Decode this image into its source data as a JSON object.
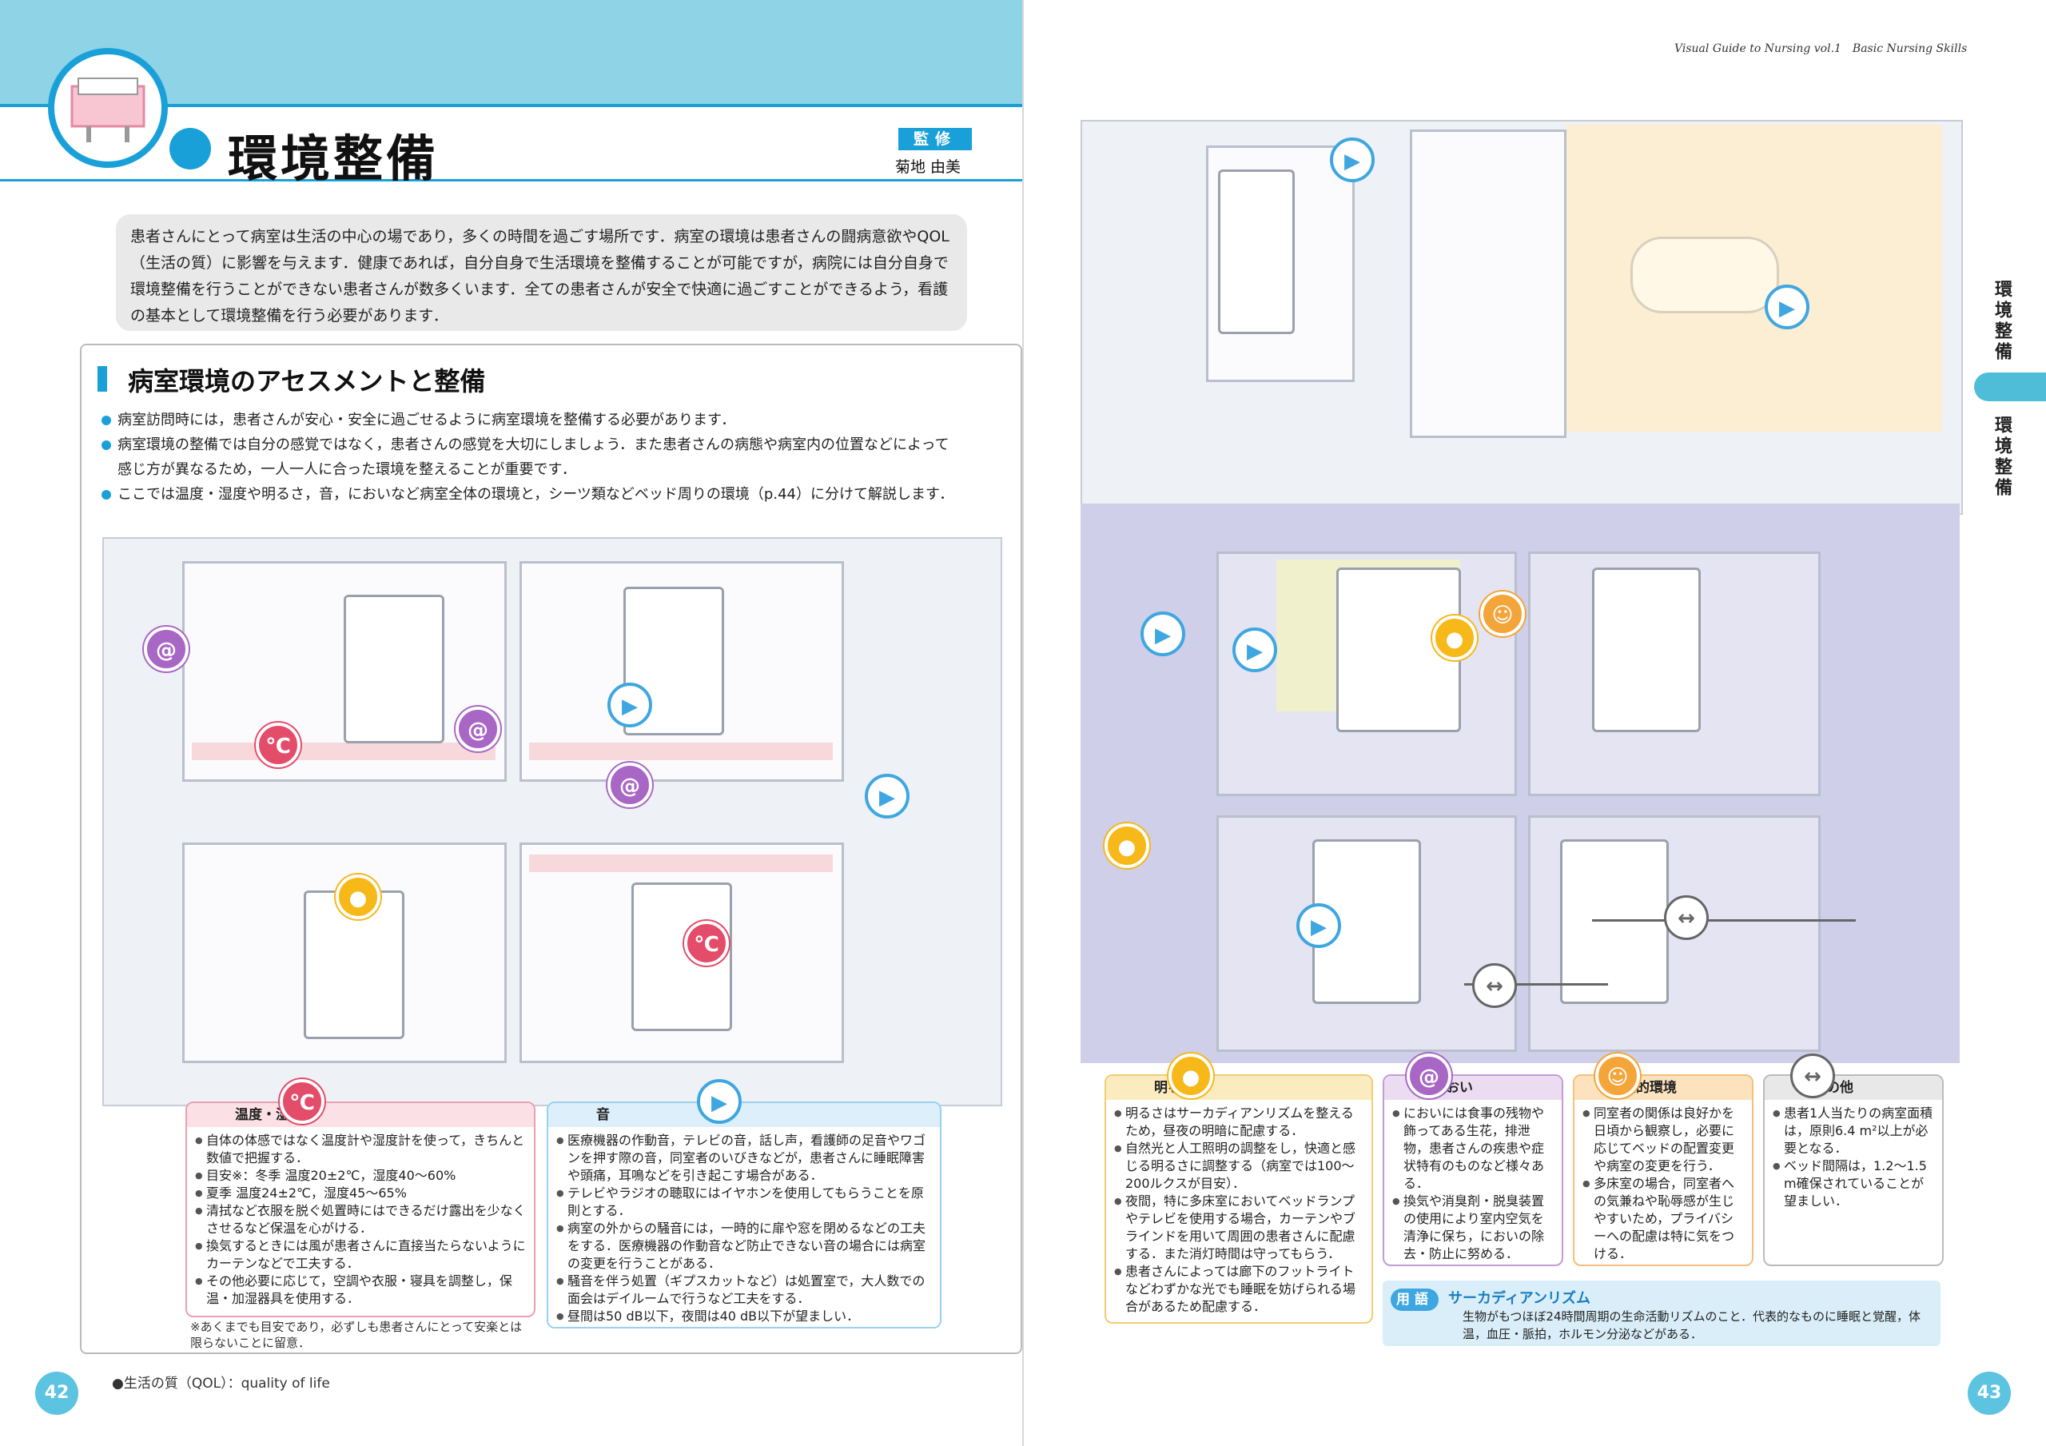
{
  "header": {
    "title": "環境整備",
    "supervisor_badge": "監修",
    "supervisor_name": "菊地 由美",
    "running_title": "Visual Guide to Nursing vol.1　Basic Nursing Skills"
  },
  "intro": {
    "text": "患者さんにとって病室は生活の中心の場であり，多くの時間を過ごす場所です．病室の環境は患者さんの闘病意欲やQOL（生活の質）に影響を与えます．健康であれば，自分自身で生活環境を整備することが可能ですが，病院には自分自身で環境整備を行うことができない患者さんが数多くいます．全ての患者さんが安全で快適に過ごすことができるよう，看護の基本として環境整備を行う必要があります．"
  },
  "section": {
    "title": "病室環境のアセスメントと整備",
    "bullets": [
      "病室訪問時には，患者さんが安心・安全に過ごせるように病室環境を整備する必要があります．",
      "病室環境の整備では自分の感覚ではなく，患者さんの感覚を大切にしましょう．また患者さんの病態や病室内の位置などによって感じ方が異なるため，一人一人に合った環境を整えることが重要です．",
      "ここでは温度・湿度や明るさ，音，においなど病室全体の環境と，シーツ類などベッド周りの環境（p.44）に分けて解説します．"
    ]
  },
  "boxes": {
    "temp": {
      "title": "温度・湿度",
      "items": [
        "自体の体感ではなく温度計や湿度計を使って，きちんと数値で把握する．",
        "目安※：冬季 温度20±2℃，湿度40〜60%",
        "夏季 温度24±2℃，湿度45〜65%",
        "清拭など衣服を脱ぐ処置時にはできるだけ露出を少なくさせるなど保温を心がける．",
        "換気するときには風が患者さんに直接当たらないようにカーテンなどで工夫する．",
        "その他必要に応じて，空調や衣服・寝具を調整し，保温・加湿器具を使用する．"
      ],
      "note": "※あくまでも目安であり，必ずしも患者さんにとって安楽とは限らないことに留意．"
    },
    "sound": {
      "title": "音",
      "items": [
        "医療機器の作動音，テレビの音，話し声，看護師の足音やワゴンを押す際の音，同室者のいびきなどが，患者さんに睡眠障害や頭痛，耳鳴などを引き起こす場合がある．",
        "テレビやラジオの聴取にはイヤホンを使用してもらうことを原則とする．",
        "病室の外からの騒音には，一時的に扉や窓を閉めるなどの工夫をする．医療機器の作動音など防止できない音の場合には病室の変更を行うことがある．",
        "騒音を伴う処置（ギプスカットなど）は処置室で，大人数での面会はデイルームで行うなど工夫をする．",
        "昼間は50 dB以下，夜間は40 dB以下が望ましい．"
      ]
    },
    "light": {
      "title": "明るさ",
      "items": [
        "明るさはサーカディアンリズムを整えるため，昼夜の明暗に配慮する．",
        "自然光と人工照明の調整をし，快適と感じる明るさに調整する（病室では100〜200ルクスが目安）．",
        "夜間，特に多床室においてベッドランプやテレビを使用する場合，カーテンやブラインドを用いて周囲の患者さんに配慮する．また消灯時間は守ってもらう．",
        "患者さんによっては廊下のフットライトなどわずかな光でも睡眠を妨げられる場合があるため配慮する．"
      ]
    },
    "odor": {
      "title": "におい",
      "items": [
        "においには食事の残物や飾ってある生花，排泄物，患者さんの疾患や症状特有のものなど様々ある．",
        "換気や消臭剤・脱臭装置の使用により室内空気を清浄に保ち，においの除去・防止に努める．"
      ]
    },
    "human": {
      "title": "人的環境",
      "items": [
        "同室者の関係は良好かを日頃から観察し，必要に応じてベッドの配置変更や病室の変更を行う．",
        "多床室の場合，同室者への気兼ねや恥辱感が生じやすいため，プライバシーへの配慮は特に気をつける．"
      ]
    },
    "other": {
      "title": "その他",
      "items": [
        "患者1人当たりの病室面積は，原則6.4 m²以上が必要となる．",
        "ベッド間隔は，1.2〜1.5 m確保されていることが望ましい．"
      ]
    }
  },
  "term": {
    "badge": "用語",
    "title": "サーカディアンリズム",
    "text": "生物がもつほぼ24時間周期の生命活動リズムのこと．代表的なものに睡眠と覚醒，体温，血圧・脈拍，ホルモン分泌などがある．"
  },
  "footnote": "●生活の質（QOL）：quality of life",
  "side": {
    "tab1": "環境整備",
    "tab2": "環境整備"
  },
  "pages": {
    "left": "42",
    "right": "43"
  },
  "colors": {
    "accent": "#1aa0d8",
    "header_band": "#8fd3e6",
    "temp": "#e34d6a",
    "sound": "#3ea6e0",
    "odor": "#a867c4",
    "light": "#f7b81a",
    "human": "#f4a53a"
  },
  "icons": [
    "thermometer-icon",
    "speaker-icon",
    "odor-swirl-icon",
    "lamp-icon",
    "people-icon",
    "distance-icon"
  ]
}
